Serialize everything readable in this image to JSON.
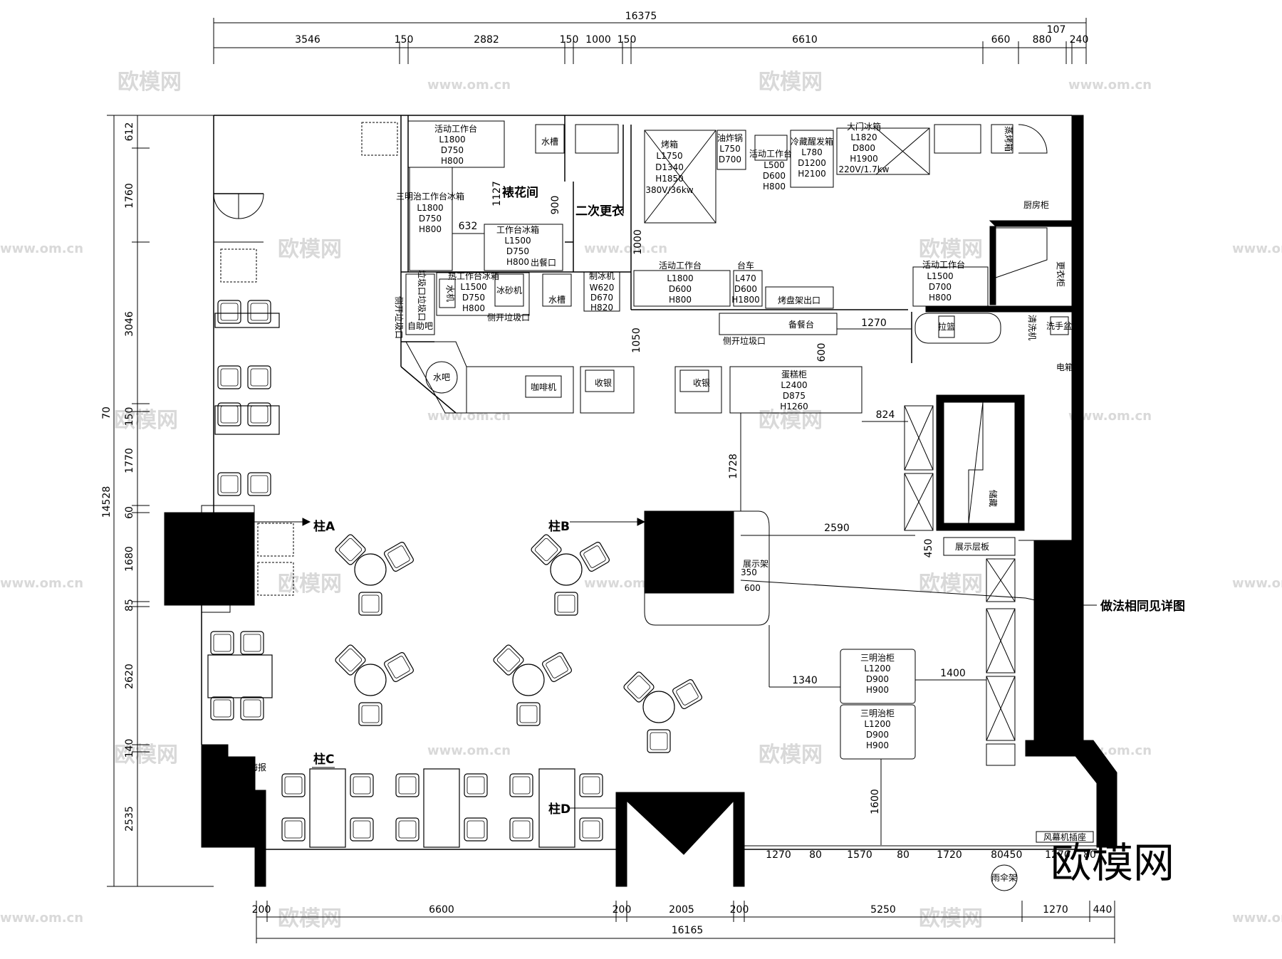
{
  "dimensions": {
    "top_total": "16375",
    "top_segments": [
      "3546",
      "150",
      "2882",
      "150",
      "1000",
      "150",
      "6610",
      "660",
      "880",
      "107",
      "240"
    ],
    "bottom_segments": [
      "200",
      "6600",
      "200",
      "2005",
      "200",
      "5250",
      "1270",
      "440"
    ],
    "bottom_total": "16165",
    "left_total": "14528",
    "left_segments": [
      "612",
      "1760",
      "3046",
      "70",
      "150",
      "1770",
      "60",
      "1680",
      "85",
      "2620",
      "140",
      "2535"
    ],
    "inner": {
      "d1127": "1127",
      "d632": "632",
      "d900": "900",
      "d1000": "1000",
      "d1050": "1050",
      "d1270_bar": "1270",
      "d600_bar": "600",
      "d824": "824",
      "d1728": "1728",
      "d2590": "2590",
      "d450": "450",
      "d350": "350",
      "d600_shelf": "600",
      "d1340": "1340",
      "d1400": "1400",
      "d1600": "1600",
      "front_1270_a": "1270",
      "front_80_a": "80",
      "front_1570": "1570",
      "front_80_b": "80",
      "front_1720": "1720",
      "front_80_c": "80",
      "front_450": "450",
      "front_1270_b": "1270",
      "front_80_d": "80"
    }
  },
  "labels": {
    "work_table_1": [
      "活动工作台",
      "L1800",
      "D750",
      "H800"
    ],
    "sink_1": "水槽",
    "sandwich_fridge": [
      "三明治工作台冰箱",
      "L1800",
      "D750",
      "H800"
    ],
    "pastry_room": "裱花间",
    "work_fridge": [
      "工作台冰箱",
      "L1500",
      "D750",
      "H800"
    ],
    "serve_out_1": "出餐口",
    "second_change": "二次更衣",
    "oven": [
      "烤箱",
      "L1750",
      "D1340",
      "H1850",
      "380V/36kw"
    ],
    "fryer": [
      "油炸锅",
      "L750",
      "D700"
    ],
    "work_table_2": [
      "活动工作台",
      "L500",
      "D600",
      "H800"
    ],
    "proofer": [
      "冷藏醒发箱",
      "L780",
      "D1200",
      "H2100"
    ],
    "big_fridge": [
      "大门冰箱",
      "L1820",
      "D800",
      "H1900",
      "220V/1.7kw"
    ],
    "cabinet_small": "蒸烤箱",
    "kitchen_cab": "厨房柜",
    "changing": "更衣柜",
    "work_table_3": [
      "活动工作台",
      "L1800",
      "D600",
      "H800"
    ],
    "trolley": [
      "台车",
      "L470",
      "D600",
      "H1800"
    ],
    "tray_out": "烤盘架出口",
    "ice_machine": [
      "制冰机",
      "W620",
      "D670",
      "H820"
    ],
    "hot_fridge": [
      "热工作台冰箱",
      "L1500",
      "D750",
      "H800"
    ],
    "water_machine": "水机",
    "ice_sand": "冰砂机",
    "sink_2": "水槽",
    "side_trash_1": "侧开垃圾口",
    "side_trash_2": "侧开垃圾口",
    "side_trash_3": "侧开垃圾口",
    "trash_port": "垃圾口垃圾口",
    "self_bar": "自助吧",
    "prep_table": "备餐台",
    "work_table_4": [
      "活动工作台",
      "L1500",
      "D700",
      "H800"
    ],
    "sink_3": "拉篮",
    "hand_wash": "洗手盆",
    "dishwash": "清洗机",
    "water_bar": "水吧",
    "coffee": "咖啡机",
    "cashier_1": "收银",
    "cashier_2": "收银",
    "cake_cab": [
      "蛋糕柜",
      "L2400",
      "D875",
      "H1260"
    ],
    "display_shelf": "展示架",
    "display_board": "展示层板",
    "note_same": "做法相同见详图",
    "sandwich_cab_1": [
      "三明治柜",
      "L1200",
      "D900",
      "H900"
    ],
    "sandwich_cab_2": [
      "三明治柜",
      "L1200",
      "D900",
      "H900"
    ],
    "col_a": "柱A",
    "col_b": "柱B",
    "col_c": "柱C",
    "col_d": "柱D",
    "poster": "海报",
    "wind_curtain": "风幕机插座",
    "umbrella": "雨伞架",
    "storage": "储藏",
    "electric": "电箱",
    "logo": "欧模网",
    "wm_text": "欧模网",
    "wm_url": "www.om.cn"
  }
}
